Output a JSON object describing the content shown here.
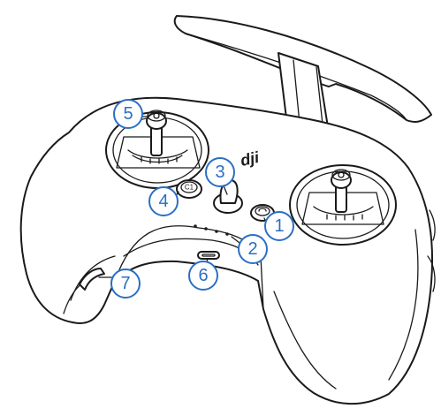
{
  "diagram": {
    "callouts": [
      {
        "id": "1",
        "label": "1"
      },
      {
        "id": "2",
        "label": "2"
      },
      {
        "id": "3",
        "label": "3"
      },
      {
        "id": "4",
        "label": "4"
      },
      {
        "id": "5",
        "label": "5"
      },
      {
        "id": "6",
        "label": "6"
      },
      {
        "id": "7",
        "label": "7"
      }
    ],
    "logo_text": "dji",
    "button_c1_label": "C1",
    "callout_color": "#2b6fc4",
    "line_color": "#1a1a1a"
  }
}
